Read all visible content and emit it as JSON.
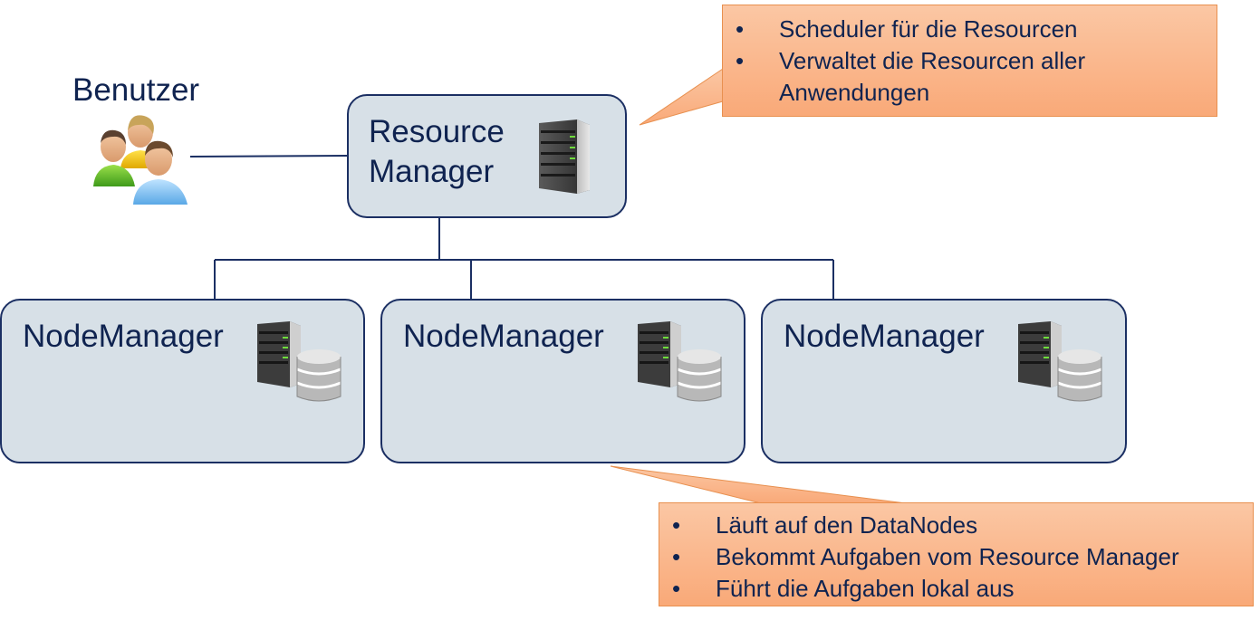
{
  "users": {
    "label": "Benutzer",
    "icon": "users-group-icon"
  },
  "resource_manager": {
    "title": "Resource Manager",
    "icon": "server-icon"
  },
  "node_managers": [
    {
      "title": "NodeManager",
      "icon": "server-database-icon"
    },
    {
      "title": "NodeManager",
      "icon": "server-database-icon"
    },
    {
      "title": "NodeManager",
      "icon": "server-database-icon"
    }
  ],
  "callout_resource_manager": {
    "items": [
      "Scheduler für die Resourcen",
      "Verwaltet die Resourcen aller Anwendungen"
    ]
  },
  "callout_node_manager": {
    "items": [
      "Läuft auf den DataNodes",
      "Bekommt Aufgaben vom Resource Manager",
      "Führt die Aufgaben lokal aus"
    ]
  },
  "colors": {
    "box_fill": "#d7e0e7",
    "box_border": "#1b2f63",
    "text": "#0f2350",
    "callout_fill": "#f9a978",
    "callout_border": "#e8904f"
  }
}
